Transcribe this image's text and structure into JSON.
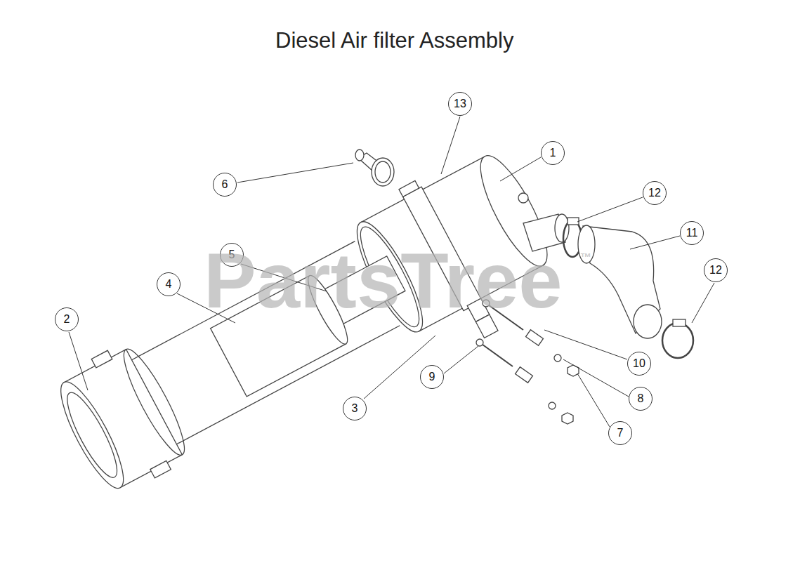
{
  "diagram": {
    "title": "Diesel Air filter Assembly",
    "nodes": [
      {
        "text": [
          "13"
        ]
      },
      {
        "text": [
          "1"
        ]
      },
      {
        "text": [
          "6"
        ]
      },
      {
        "text": [
          "12"
        ]
      },
      {
        "text": [
          "11"
        ]
      },
      {
        "text": [
          "12"
        ]
      },
      {
        "text": [
          "5"
        ]
      },
      {
        "text": [
          "4"
        ]
      },
      {
        "text": [
          "2"
        ]
      },
      {
        "text": [
          "10"
        ]
      },
      {
        "text": [
          "3"
        ]
      },
      {
        "text": [
          "9"
        ]
      },
      {
        "text": [
          "8"
        ]
      },
      {
        "text": [
          "7"
        ]
      }
    ],
    "labels": [
      "PartsTree",
      "™"
    ]
  }
}
